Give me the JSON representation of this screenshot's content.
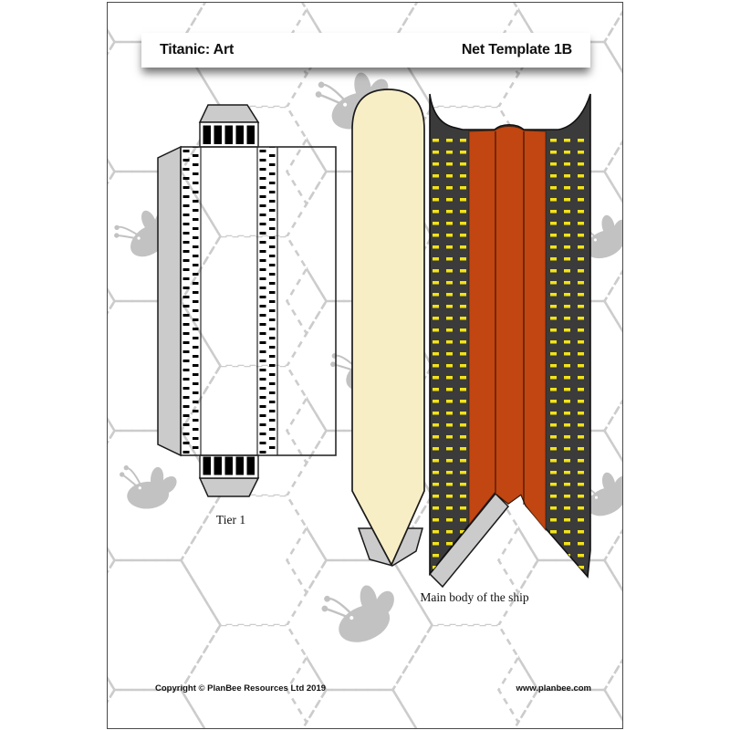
{
  "page": {
    "title_banner": {
      "title": "Titanic: Art",
      "template_label": "Net Template 1B"
    }
  },
  "pieces": {
    "tier1_label": "Tier 1",
    "main_body_label": "Main body of the ship"
  },
  "footer": {
    "copyright": "Copyright © PlanBee Resources Ltd 2019",
    "website": "www.planbee.com"
  },
  "decor": {
    "background_pattern": "honeycomb-dashed-hexagons",
    "bee_icon": "bee",
    "bee_count": 7
  },
  "colors": {
    "deck_cream": "#F8EEC6",
    "hull_dark": "#3B3B3B",
    "hull_orange": "#C14611",
    "porthole_yellow": "#F2E318",
    "flap_gray": "#CBCBCB",
    "hex_line": "#CCCCCC",
    "bee_gray": "#C2C2C2",
    "ink": "#1A1A1A"
  }
}
